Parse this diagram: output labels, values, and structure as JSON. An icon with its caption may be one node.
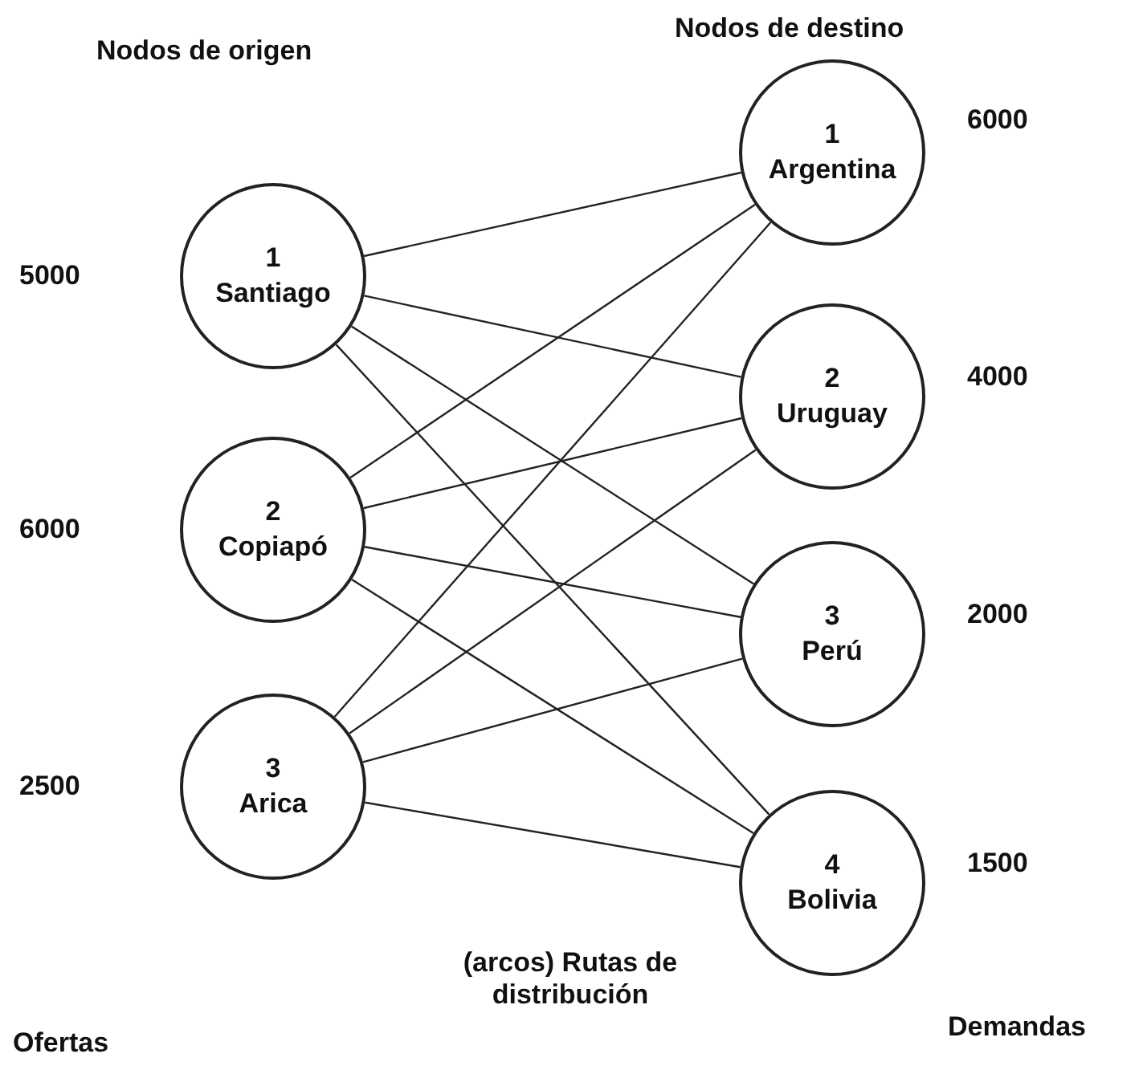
{
  "diagram": {
    "nodes": [
      {
        "text": [
          "1",
          "Santiago"
        ],
        "beside": [
          "5000"
        ]
      },
      {
        "text": [
          "2",
          "Copiapó"
        ],
        "beside": [
          "6000"
        ]
      },
      {
        "text": [
          "3",
          "Arica"
        ],
        "beside": [
          "2500"
        ]
      },
      {
        "text": [
          "1",
          "Argentina"
        ],
        "beside": [
          "6000"
        ]
      },
      {
        "text": [
          "2",
          "Uruguay"
        ],
        "beside": [
          "4000"
        ]
      },
      {
        "text": [
          "3",
          "Perú"
        ],
        "beside": [
          "2000"
        ]
      },
      {
        "text": [
          "4",
          "Bolivia"
        ],
        "beside": [
          "1500"
        ]
      }
    ],
    "edges": [
      {
        "from": 0,
        "to": 3,
        "arrow": "none"
      },
      {
        "from": 0,
        "to": 4,
        "arrow": "none"
      },
      {
        "from": 0,
        "to": 5,
        "arrow": "none"
      },
      {
        "from": 0,
        "to": 6,
        "arrow": "none"
      },
      {
        "from": 1,
        "to": 3,
        "arrow": "none"
      },
      {
        "from": 1,
        "to": 4,
        "arrow": "none"
      },
      {
        "from": 1,
        "to": 5,
        "arrow": "none"
      },
      {
        "from": 1,
        "to": 6,
        "arrow": "none"
      },
      {
        "from": 2,
        "to": 3,
        "arrow": "none"
      },
      {
        "from": 2,
        "to": 4,
        "arrow": "none"
      },
      {
        "from": 2,
        "to": 5,
        "arrow": "none"
      },
      {
        "from": 2,
        "to": 6,
        "arrow": "none"
      }
    ],
    "labels": [
      "Nodos de origen",
      "Nodos de destino",
      "(arcos) Rutas de distribución",
      "Ofertas",
      "Demandas"
    ]
  }
}
